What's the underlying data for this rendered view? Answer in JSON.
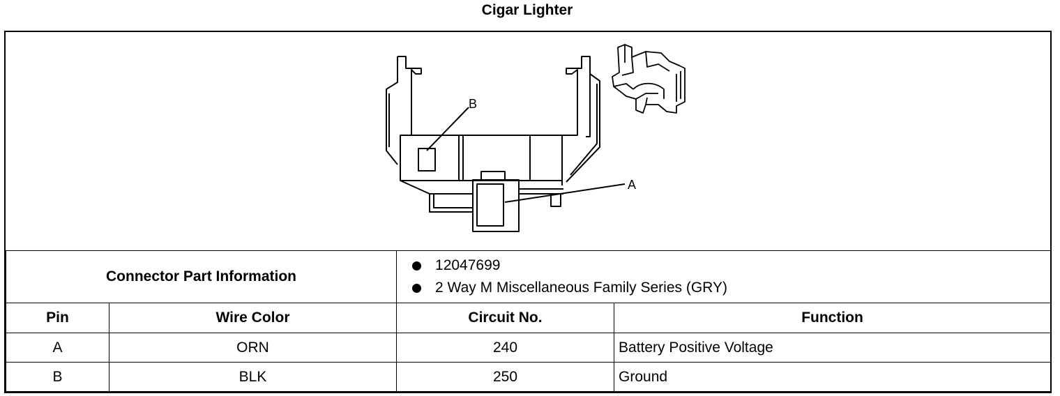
{
  "page": {
    "title": "Cigar Lighter"
  },
  "diagram": {
    "callouts": [
      "B",
      "A"
    ]
  },
  "connector": {
    "label": "Connector Part Information",
    "items": [
      "12047699",
      "2 Way M Miscellaneous Family Series (GRY)"
    ]
  },
  "pins_table": {
    "headers": [
      "Pin",
      "Wire Color",
      "Circuit No.",
      "Function"
    ],
    "rows": [
      [
        "A",
        "ORN",
        "240",
        "Battery Positive Voltage"
      ],
      [
        "B",
        "BLK",
        "250",
        "Ground"
      ]
    ]
  }
}
